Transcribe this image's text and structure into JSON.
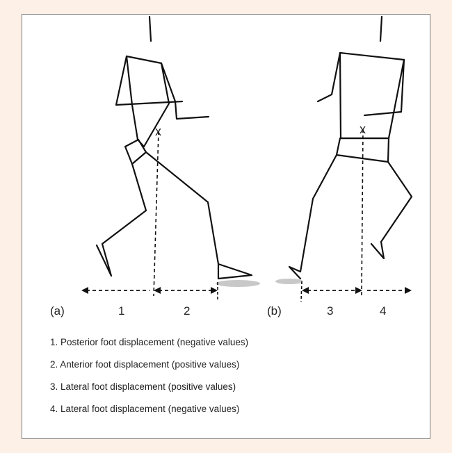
{
  "panels": {
    "a": {
      "label": "(a)"
    },
    "b": {
      "label": "(b)"
    }
  },
  "segments": [
    "1",
    "2",
    "3",
    "4"
  ],
  "marker": "x",
  "legend": [
    "1. Posterior foot displacement (negative values)",
    "2. Anterior foot displacement (positive values)",
    "3. Lateral foot displacement (positive values)",
    "4. Lateral foot displacement (negative values)"
  ],
  "colors": {
    "page_background": "#fdf0e6",
    "line": "#111111",
    "shadow": "#c8c8c8"
  }
}
